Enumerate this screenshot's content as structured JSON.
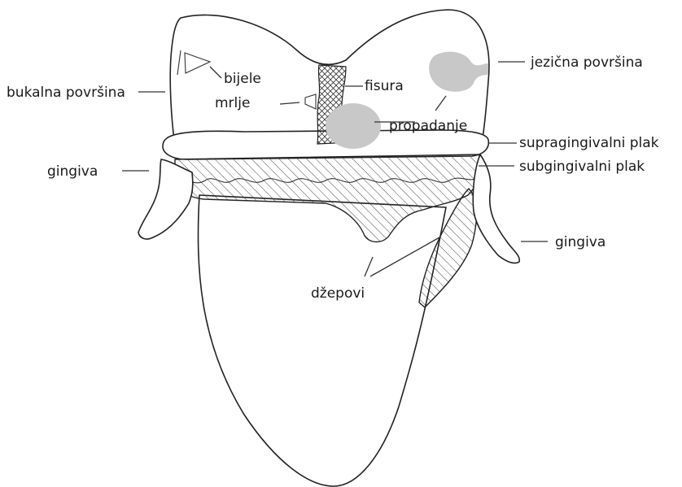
{
  "labels": {
    "buccal_surface": "bukalna površina",
    "white_spots_line1": "bijele",
    "white_spots_line2": "mrlje",
    "fissure": "fisura",
    "lingual_surface": "jezična površina",
    "decay": "propadanje",
    "supragingival_plaque": "supragingivalni plak",
    "subgingival_plaque": "subgingivalni plak",
    "gingiva_left": "gingiva",
    "gingiva_right": "gingiva",
    "pockets": "džepovi"
  },
  "colors": {
    "outline": "#222222",
    "decay_fill": "#c8c8c8",
    "background": "#ffffff"
  }
}
